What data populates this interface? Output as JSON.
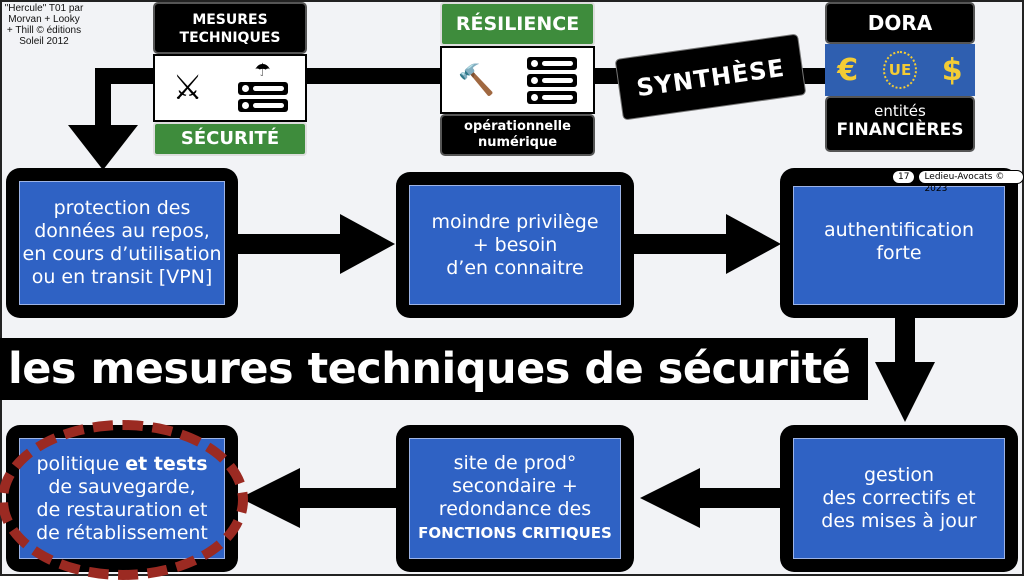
{
  "credit": "\"Hercule\" T01 par\nMorvan + Looky\n+ Thill © éditions\nSoleil 2012",
  "header": {
    "mesures": {
      "top": "MESURES\nTECHNIQUES",
      "bottom": "SÉCURITÉ"
    },
    "resilience": {
      "top": "RÉSILIENCE",
      "bottom": "opérationnelle\nnumérique"
    },
    "synthese": "SYNTHÈSE",
    "dora": {
      "top": "DORA",
      "euro": "€",
      "ue": "UE",
      "dollar": "$",
      "line1": "entités",
      "line2": "FINANCIÈRES"
    }
  },
  "page_number": "17",
  "copyright": "Ledieu-Avocats © 2023",
  "title": "les mesures techniques de sécurité",
  "boxes": [
    {
      "text": "protection des\ndonnées au repos,\nen cours d’utilisation\nou en transit [VPN]"
    },
    {
      "text": "moindre privilège\n+ besoin\nd’en connaitre"
    },
    {
      "text": "authentification\nforte"
    },
    {
      "pre": "politique ",
      "bold": "et tests",
      "text": "\nde sauvegarde,\nde restauration et\nde rétablissement"
    },
    {
      "text": "site de prod°\nsecondaire +\nredondance des\n",
      "bold": "FONCTIONS CRITIQUES"
    },
    {
      "text": "gestion\ndes correctifs et\ndes mises à jour"
    }
  ],
  "colors": {
    "blue": "#2f62c4",
    "green": "#3e8c3c",
    "dots": "#9b2a22"
  }
}
